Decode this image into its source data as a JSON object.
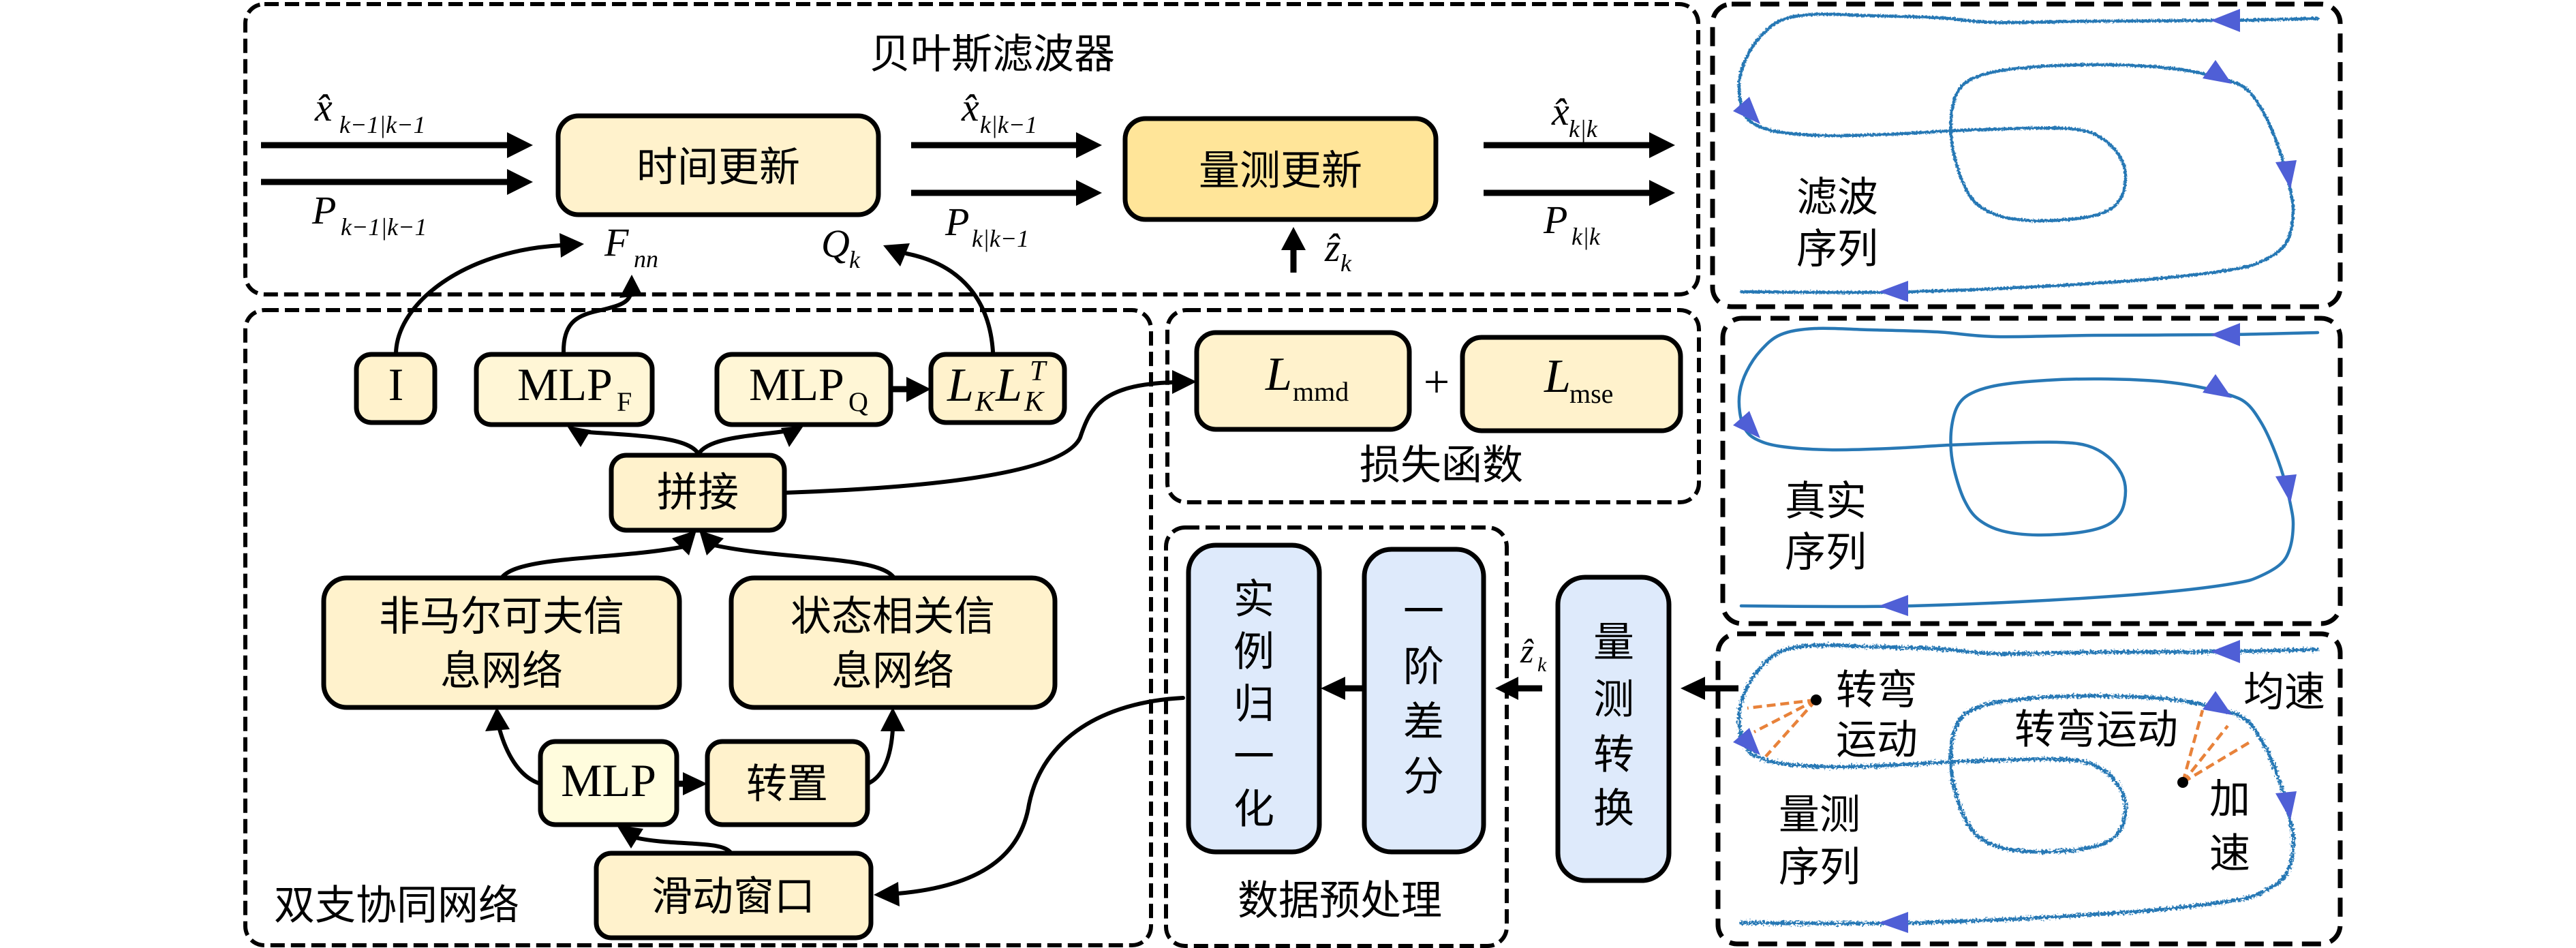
{
  "bayes_filter": {
    "title": "贝叶斯滤波器",
    "time_update": "时间更新",
    "measurement_update": "量测更新",
    "state_prev": {
      "symbol": "x̂",
      "sub": "k−1|k−1"
    },
    "cov_prev": {
      "symbol": "P",
      "sub": "k−1|k−1"
    },
    "state_pred": {
      "symbol": "x̂",
      "sub": "k|k−1"
    },
    "cov_pred": {
      "symbol": "P",
      "sub": "k|k−1"
    },
    "state_post": {
      "symbol": "x̂",
      "sub": "k|k"
    },
    "cov_post": {
      "symbol": "P",
      "sub": "k|k"
    },
    "transition_matrix": {
      "symbol": "F",
      "sub": "nn"
    },
    "process_noise": {
      "symbol": "Q",
      "sub": "k"
    },
    "measurement": {
      "symbol": "ẑ",
      "sub": "k"
    }
  },
  "dual_branch_network": {
    "title": "双支协同网络",
    "identity": "I",
    "mlp_f": {
      "text": "MLP",
      "sub": "F"
    },
    "mlp_q": {
      "text": "MLP",
      "sub": "Q"
    },
    "cholesky": {
      "factor": "L",
      "sub": "K",
      "transpose": "T"
    },
    "concat": "拼接",
    "non_markov_net": [
      "非马尔可夫信",
      "息网络"
    ],
    "state_corr_net": [
      "状态相关信",
      "息网络"
    ],
    "mlp": "MLP",
    "transpose": "转置",
    "sliding_window": "滑动窗口"
  },
  "loss_function": {
    "title": "损失函数",
    "mmd": {
      "symbol": "L",
      "sub": "mmd"
    },
    "operator": "+",
    "mse": {
      "symbol": "L",
      "sub": "mse"
    }
  },
  "data_preprocessing": {
    "title": "数据预处理",
    "instance_norm": [
      "实",
      "例",
      "归",
      "一",
      "化"
    ],
    "first_order_diff": [
      "一",
      "阶",
      "差",
      "分"
    ],
    "input": {
      "symbol": "ẑ",
      "sub": "k"
    }
  },
  "measurement_conversion": [
    "量",
    "测",
    "转",
    "换"
  ],
  "sequences": {
    "filtered": [
      "滤波",
      "序列"
    ],
    "true": [
      "真实",
      "序列"
    ],
    "measured": [
      "量测",
      "序列"
    ],
    "annotations": {
      "turn_left": [
        "转弯",
        "运动"
      ],
      "turn_center": "转弯运动",
      "uniform_speed": "均速",
      "acceleration": [
        "加",
        "速"
      ]
    }
  },
  "colors": {
    "box_yellow": "#FFF2CC",
    "box_yellow_light": "#FFF6D6",
    "box_mlp": "#FFFCDD",
    "box_measurement_update": "#FFE599",
    "box_blue": "#DEEAFB",
    "trajectory": "#2878B5",
    "direction_arrow": "#4F5FD6",
    "motion_annotation": "#E8823A",
    "marker_dot": "#000000"
  }
}
